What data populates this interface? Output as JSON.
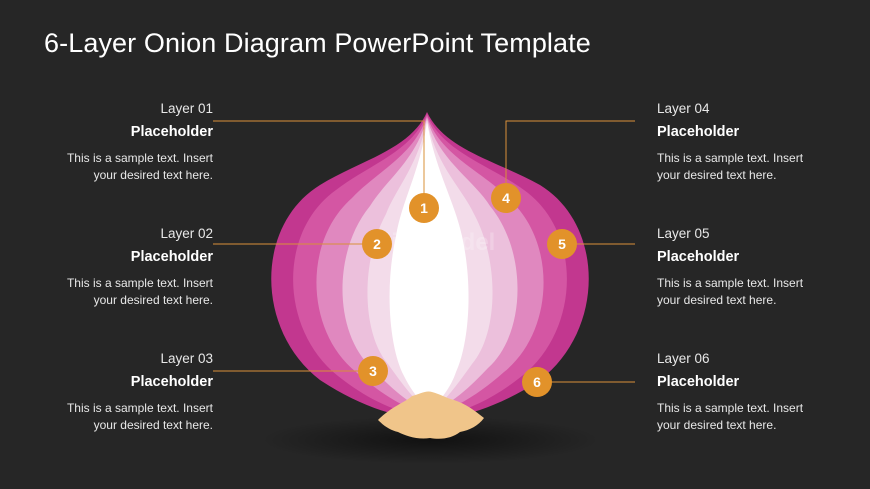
{
  "title": "6-Layer Onion Diagram PowerPoint Template",
  "watermark": "SlideModel",
  "colors": {
    "background": "#262626",
    "marker": "#e2922a",
    "connector": "#d9903a",
    "layer_outer": "#c2378f",
    "layer_2": "#d456a3",
    "layer_3": "#e088bf",
    "layer_4": "#ecc0dc",
    "layer_5": "#f3dcea",
    "core": "#ffffff",
    "root": "#f0c58a"
  },
  "layers": [
    {
      "number": "1",
      "name": "Layer 01",
      "heading": "Placeholder",
      "desc1": "This is a sample text. Insert",
      "desc2": "your desired text here."
    },
    {
      "number": "2",
      "name": "Layer 02",
      "heading": "Placeholder",
      "desc1": "This is a sample text. Insert",
      "desc2": "your desired text here."
    },
    {
      "number": "3",
      "name": "Layer 03",
      "heading": "Placeholder",
      "desc1": "This is a sample text. Insert",
      "desc2": "your desired text here."
    },
    {
      "number": "4",
      "name": "Layer 04",
      "heading": "Placeholder",
      "desc1": "This is a sample text. Insert",
      "desc2": "your desired text here."
    },
    {
      "number": "5",
      "name": "Layer 05",
      "heading": "Placeholder",
      "desc1": "This is a sample text. Insert",
      "desc2": "your desired text here."
    },
    {
      "number": "6",
      "name": "Layer 06",
      "heading": "Placeholder",
      "desc1": "This is a sample text. Insert",
      "desc2": "your desired text here."
    }
  ]
}
